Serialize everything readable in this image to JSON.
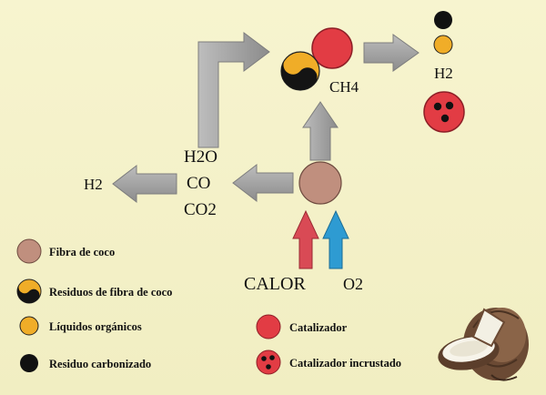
{
  "diagram": {
    "products": {
      "ch4": "CH4",
      "h2_right": "H2",
      "h2_left": "H2",
      "h2o": "H2O",
      "co": "CO",
      "co2": "CO2"
    },
    "inputs": {
      "heat": "CALOR",
      "oxygen": "O2"
    },
    "legend": [
      {
        "label": "Fibra de coco"
      },
      {
        "label": "Residuos de fibra de coco"
      },
      {
        "label": "Líquidos orgánicos"
      },
      {
        "label": "Residuo carbonizado"
      },
      {
        "label": "Catalizador"
      },
      {
        "label": "Catalizador incrustado"
      }
    ],
    "colors": {
      "fiber": "#c08f7e",
      "catalyst": "#e23c44",
      "liquid": "#f0ad28",
      "char": "#111111",
      "arrow_gray": "#a2a2a2",
      "heat_arrow": "#d94a55",
      "oxygen_arrow": "#2e9bd2",
      "background": "#f4f1c8"
    }
  }
}
